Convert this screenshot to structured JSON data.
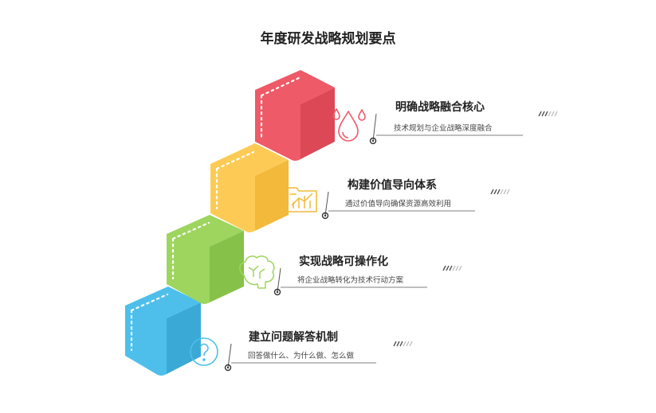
{
  "title": "年度研发战略规划要点",
  "colors": {
    "red": "#EE5A67",
    "yellow": "#FDCB55",
    "green": "#9DD55E",
    "blue": "#4DBFEA"
  },
  "items": [
    {
      "title": "明确战略融合核心",
      "desc": "技术规划与企业战略深度融合",
      "icon": "water-drop-icon",
      "color": "#EE5A67"
    },
    {
      "title": "构建价值导向体系",
      "desc": "通过价值导向确保资源高效利用",
      "icon": "folder-chart-icon",
      "color": "#FDCB55"
    },
    {
      "title": "实现战略可操作化",
      "desc": "将企业战略转化为技术行动方案",
      "icon": "brain-icon",
      "color": "#9DD55E"
    },
    {
      "title": "建立问题解答机制",
      "desc": "回答做什么、为什么做、怎么做",
      "icon": "question-icon",
      "color": "#4DBFEA"
    }
  ]
}
